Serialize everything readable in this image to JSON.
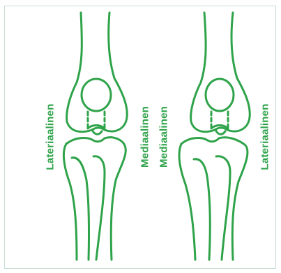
{
  "colors": {
    "line": "#2fa34a",
    "label": "#2fa34a",
    "frame": "#c8ddd0",
    "background": "#ffffff"
  },
  "left_knee": {
    "label_outer": "Lateriaalinen",
    "label_inner": "Mediaalinen"
  },
  "right_knee": {
    "label_inner": "Mediaalinen",
    "label_outer": "Lateriaalinen"
  }
}
